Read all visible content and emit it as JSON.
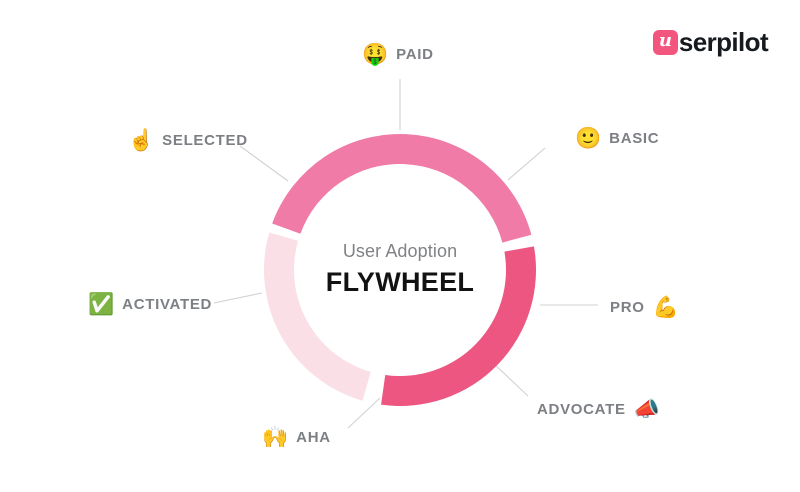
{
  "brand": {
    "logo_mark_letter": "u",
    "logo_word": "serpilot",
    "accent_color": "#f2567f"
  },
  "center": {
    "subtitle": "User Adoption",
    "title": "FLYWHEEL"
  },
  "chart_data": {
    "type": "pie",
    "title": "User Adoption FLYWHEEL",
    "subtitle": "User Adoption",
    "categories": [
      "SELECTED",
      "PAID",
      "BASIC",
      "PRO",
      "ADVOCATE",
      "AHA",
      "ACTIVATED"
    ],
    "segments": [
      {
        "name": "awareness-arc",
        "color": "#f07ba6",
        "start_deg": 200,
        "end_deg": 345,
        "sweep_deg": 145,
        "value": 40.3
      },
      {
        "name": "monetization-arc",
        "color": "#ec5680",
        "start_deg": 350,
        "end_deg": 98,
        "sweep_deg": 108,
        "value": 30.0
      },
      {
        "name": "activation-arc",
        "color": "#fadfe7",
        "start_deg": 106,
        "end_deg": 196,
        "sweep_deg": 90,
        "value": 25.0
      }
    ],
    "colors": [
      "#f07ba6",
      "#ec5680",
      "#fadfe7"
    ],
    "grid": false,
    "legend_position": "around",
    "ylabel": "",
    "xlabel": ""
  },
  "stages": [
    {
      "id": "paid",
      "label": "PAID",
      "icon": "money-mouth-face-emoji",
      "glyph": "🤑",
      "icon_side": "left"
    },
    {
      "id": "basic",
      "label": "BASIC",
      "icon": "slightly-smiling-face-emoji",
      "glyph": "🙂",
      "icon_side": "left"
    },
    {
      "id": "pro",
      "label": "PRO",
      "icon": "flexed-biceps-emoji",
      "glyph": "💪",
      "icon_side": "right"
    },
    {
      "id": "advocate",
      "label": "ADVOCATE",
      "icon": "megaphone-emoji",
      "glyph": "📣",
      "icon_side": "right"
    },
    {
      "id": "aha",
      "label": "AHA",
      "icon": "raising-hands-emoji",
      "glyph": "🙌",
      "icon_side": "left"
    },
    {
      "id": "activated",
      "label": "ACTIVATED",
      "icon": "check-mark-button-emoji",
      "glyph": "✅",
      "icon_side": "left"
    },
    {
      "id": "selected",
      "label": "SELECTED",
      "icon": "index-pointing-up-emoji",
      "glyph": "☝️",
      "icon_side": "left"
    }
  ]
}
